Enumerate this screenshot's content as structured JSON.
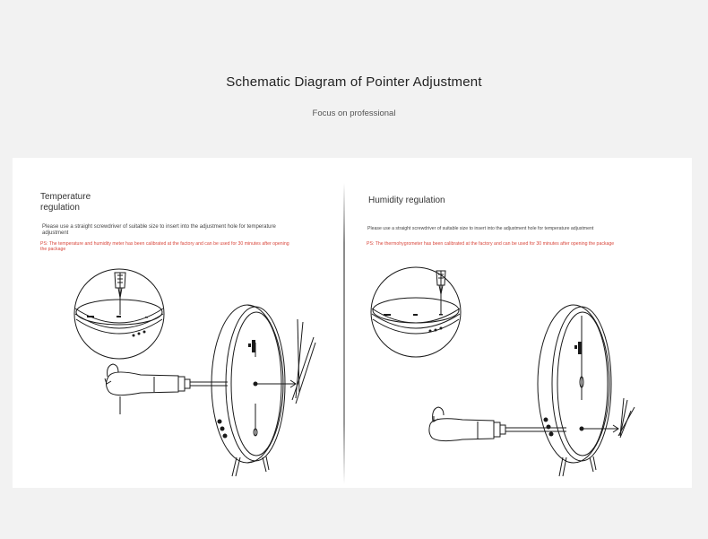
{
  "header": {
    "title": "Schematic Diagram of Pointer Adjustment",
    "subtitle": "Focus on professional"
  },
  "left": {
    "heading": "Temperature regulation",
    "instruction": "Please use a straight screwdriver of suitable size to insert into the adjustment hole for temperature adjustment",
    "note": "PS: The temperature and humidity meter has been calibrated at the factory and can be used for 30 minutes after opening the package"
  },
  "right": {
    "heading": "Humidity regulation",
    "instruction": "Please use a straight screwdriver of suitable size to insert into the adjustment hole for temperature adjustment",
    "note": "PS: The thermohygrometer has been calibrated at the factory and can be used for 30 minutes after opening the package"
  },
  "colors": {
    "background": "#f2f2f2",
    "panel": "#ffffff",
    "note_red": "#d9463b",
    "ink": "#1a1a1a"
  }
}
